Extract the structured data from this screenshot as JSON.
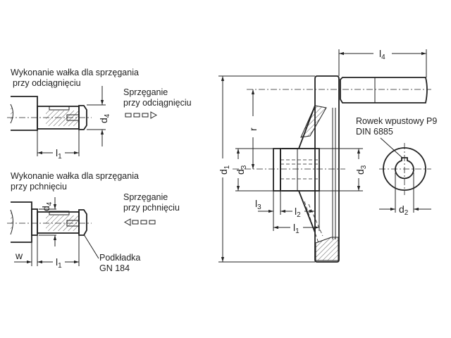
{
  "pull_coupling": {
    "title_line1": "Wykonanie wałka dla sprzęgania",
    "title_line2": "przy odciągnięciu",
    "coupling_line1": "Sprzęganie",
    "coupling_line2": "przy odciągnięciu",
    "dim_d": "d",
    "dim_d_sub": "4",
    "dim_l": "l",
    "dim_l_sub": "1"
  },
  "push_coupling": {
    "title_line1": "Wykonanie wałka dla sprzęgania",
    "title_line2": "przy pchnięciu",
    "coupling_line1": "Sprzęganie",
    "coupling_line2": "przy pchnięciu",
    "dim_d": "d",
    "dim_d_sub": "4",
    "dim_l": "l",
    "dim_l_sub": "1",
    "dim_w": "w",
    "washer_line1": "Podkładka",
    "washer_line2": "GN 184"
  },
  "handwheel": {
    "l4": "l",
    "l4_sub": "4",
    "r": "r",
    "d1": "d",
    "d1_sub": "1",
    "d3": "d",
    "d3_sub": "3",
    "l3": "l",
    "l3_sub": "3",
    "l2": "l",
    "l2_sub": "2",
    "l1": "l",
    "l1_sub": "1"
  },
  "keyway": {
    "label_line1": "Rowek wpustowy P9",
    "label_line2": "DIN 6885",
    "d2": "d",
    "d2_sub": "2"
  }
}
